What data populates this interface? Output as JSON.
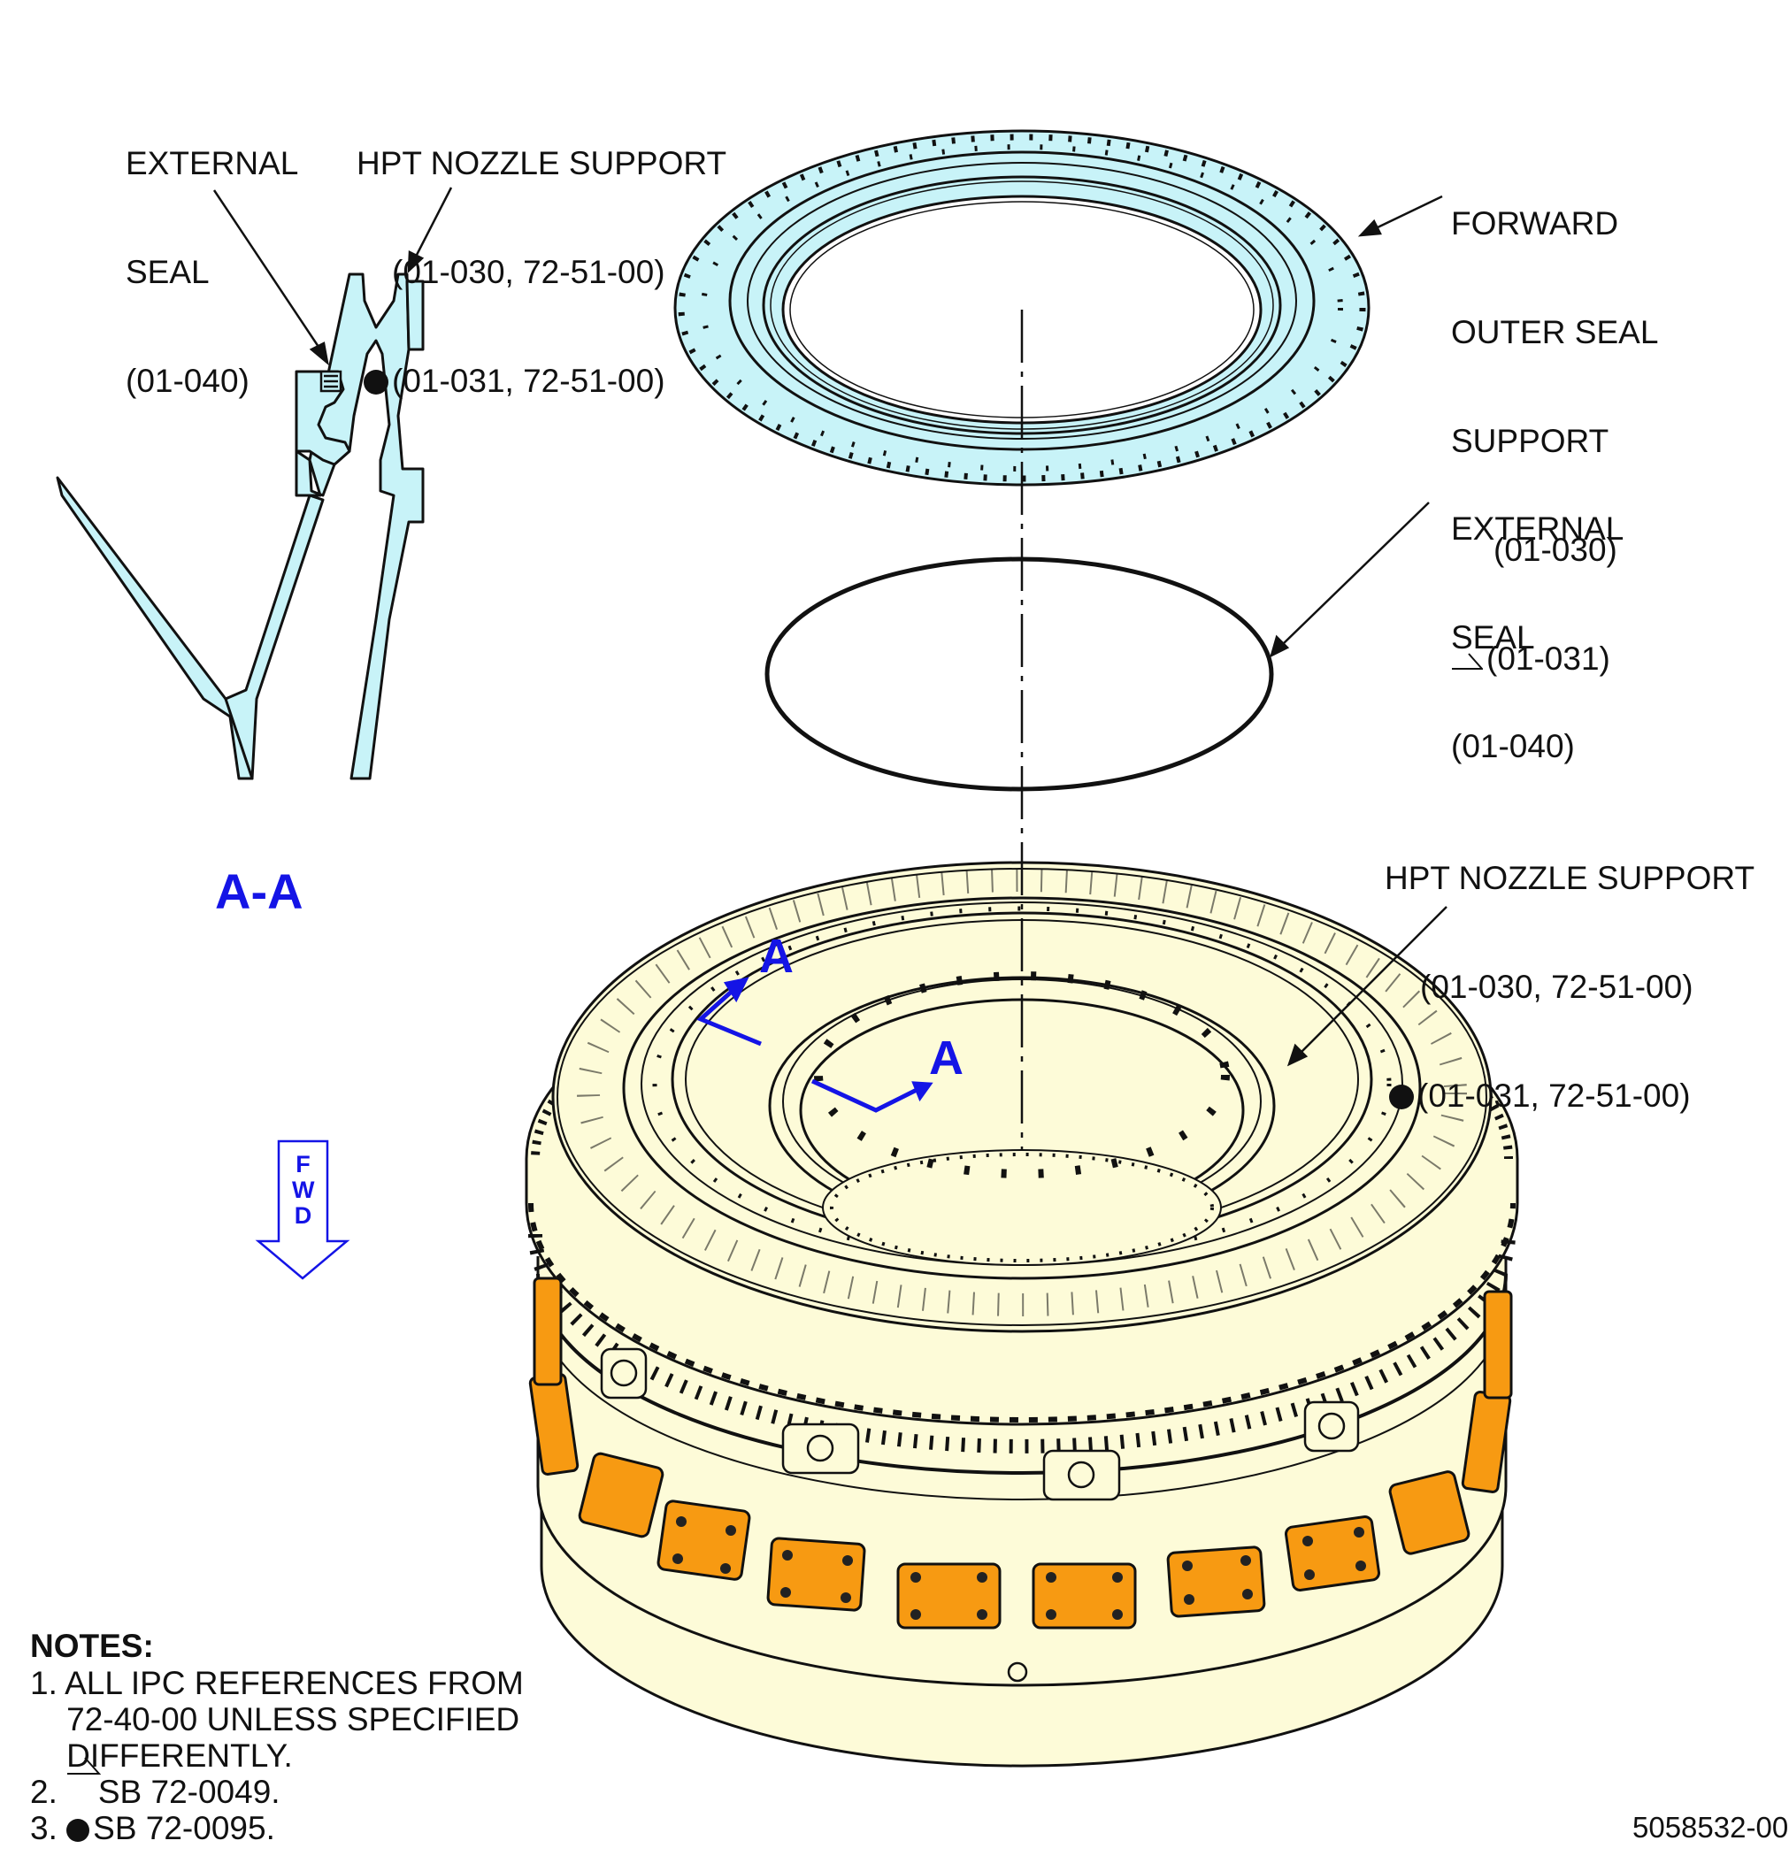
{
  "labels": {
    "external_seal_left": [
      "EXTERNAL",
      "SEAL",
      "(01-040)"
    ],
    "hpt_nozzle_support_left": {
      "title": "HPT NOZZLE SUPPORT",
      "ref1": "(01-030, 72-51-00)",
      "ref2": "(01-031, 72-51-00)"
    },
    "forward_outer_seal_support": {
      "lines": [
        "FORWARD",
        "OUTER SEAL",
        "SUPPORT"
      ],
      "ref1": "(01-030)",
      "ref2": "(01-031)"
    },
    "external_seal_right": [
      "EXTERNAL",
      "SEAL",
      "(01-040)"
    ],
    "hpt_nozzle_support_right": {
      "title": "HPT NOZZLE SUPPORT",
      "ref1": "(01-030, 72-51-00)",
      "ref2": "(01-031, 72-51-00)"
    }
  },
  "section_view_label": "A-A",
  "section_markers": [
    "A",
    "A"
  ],
  "fwd_arrow_letters": [
    "F",
    "W",
    "D"
  ],
  "notes": {
    "title": "NOTES:",
    "items": [
      "1. ALL IPC REFERENCES FROM",
      "    72-40-00 UNLESS SPECIFIED",
      "    DIFFERENTLY.",
      "2.",
      "SB 72-0049.",
      "3.",
      "SB 72-0095."
    ]
  },
  "drawing_number": "5058532-00",
  "symbols": {
    "filled_circle": "sb-72-0095-marker",
    "triangle_flag": "sb-72-0049-marker"
  },
  "colors": {
    "section_fill": "#c8f3f8",
    "nozzle_support_fill": "#fdfbd8",
    "bracket_fill": "#f79a12",
    "annotation_blue": "#1414e6",
    "line": "#111111"
  }
}
